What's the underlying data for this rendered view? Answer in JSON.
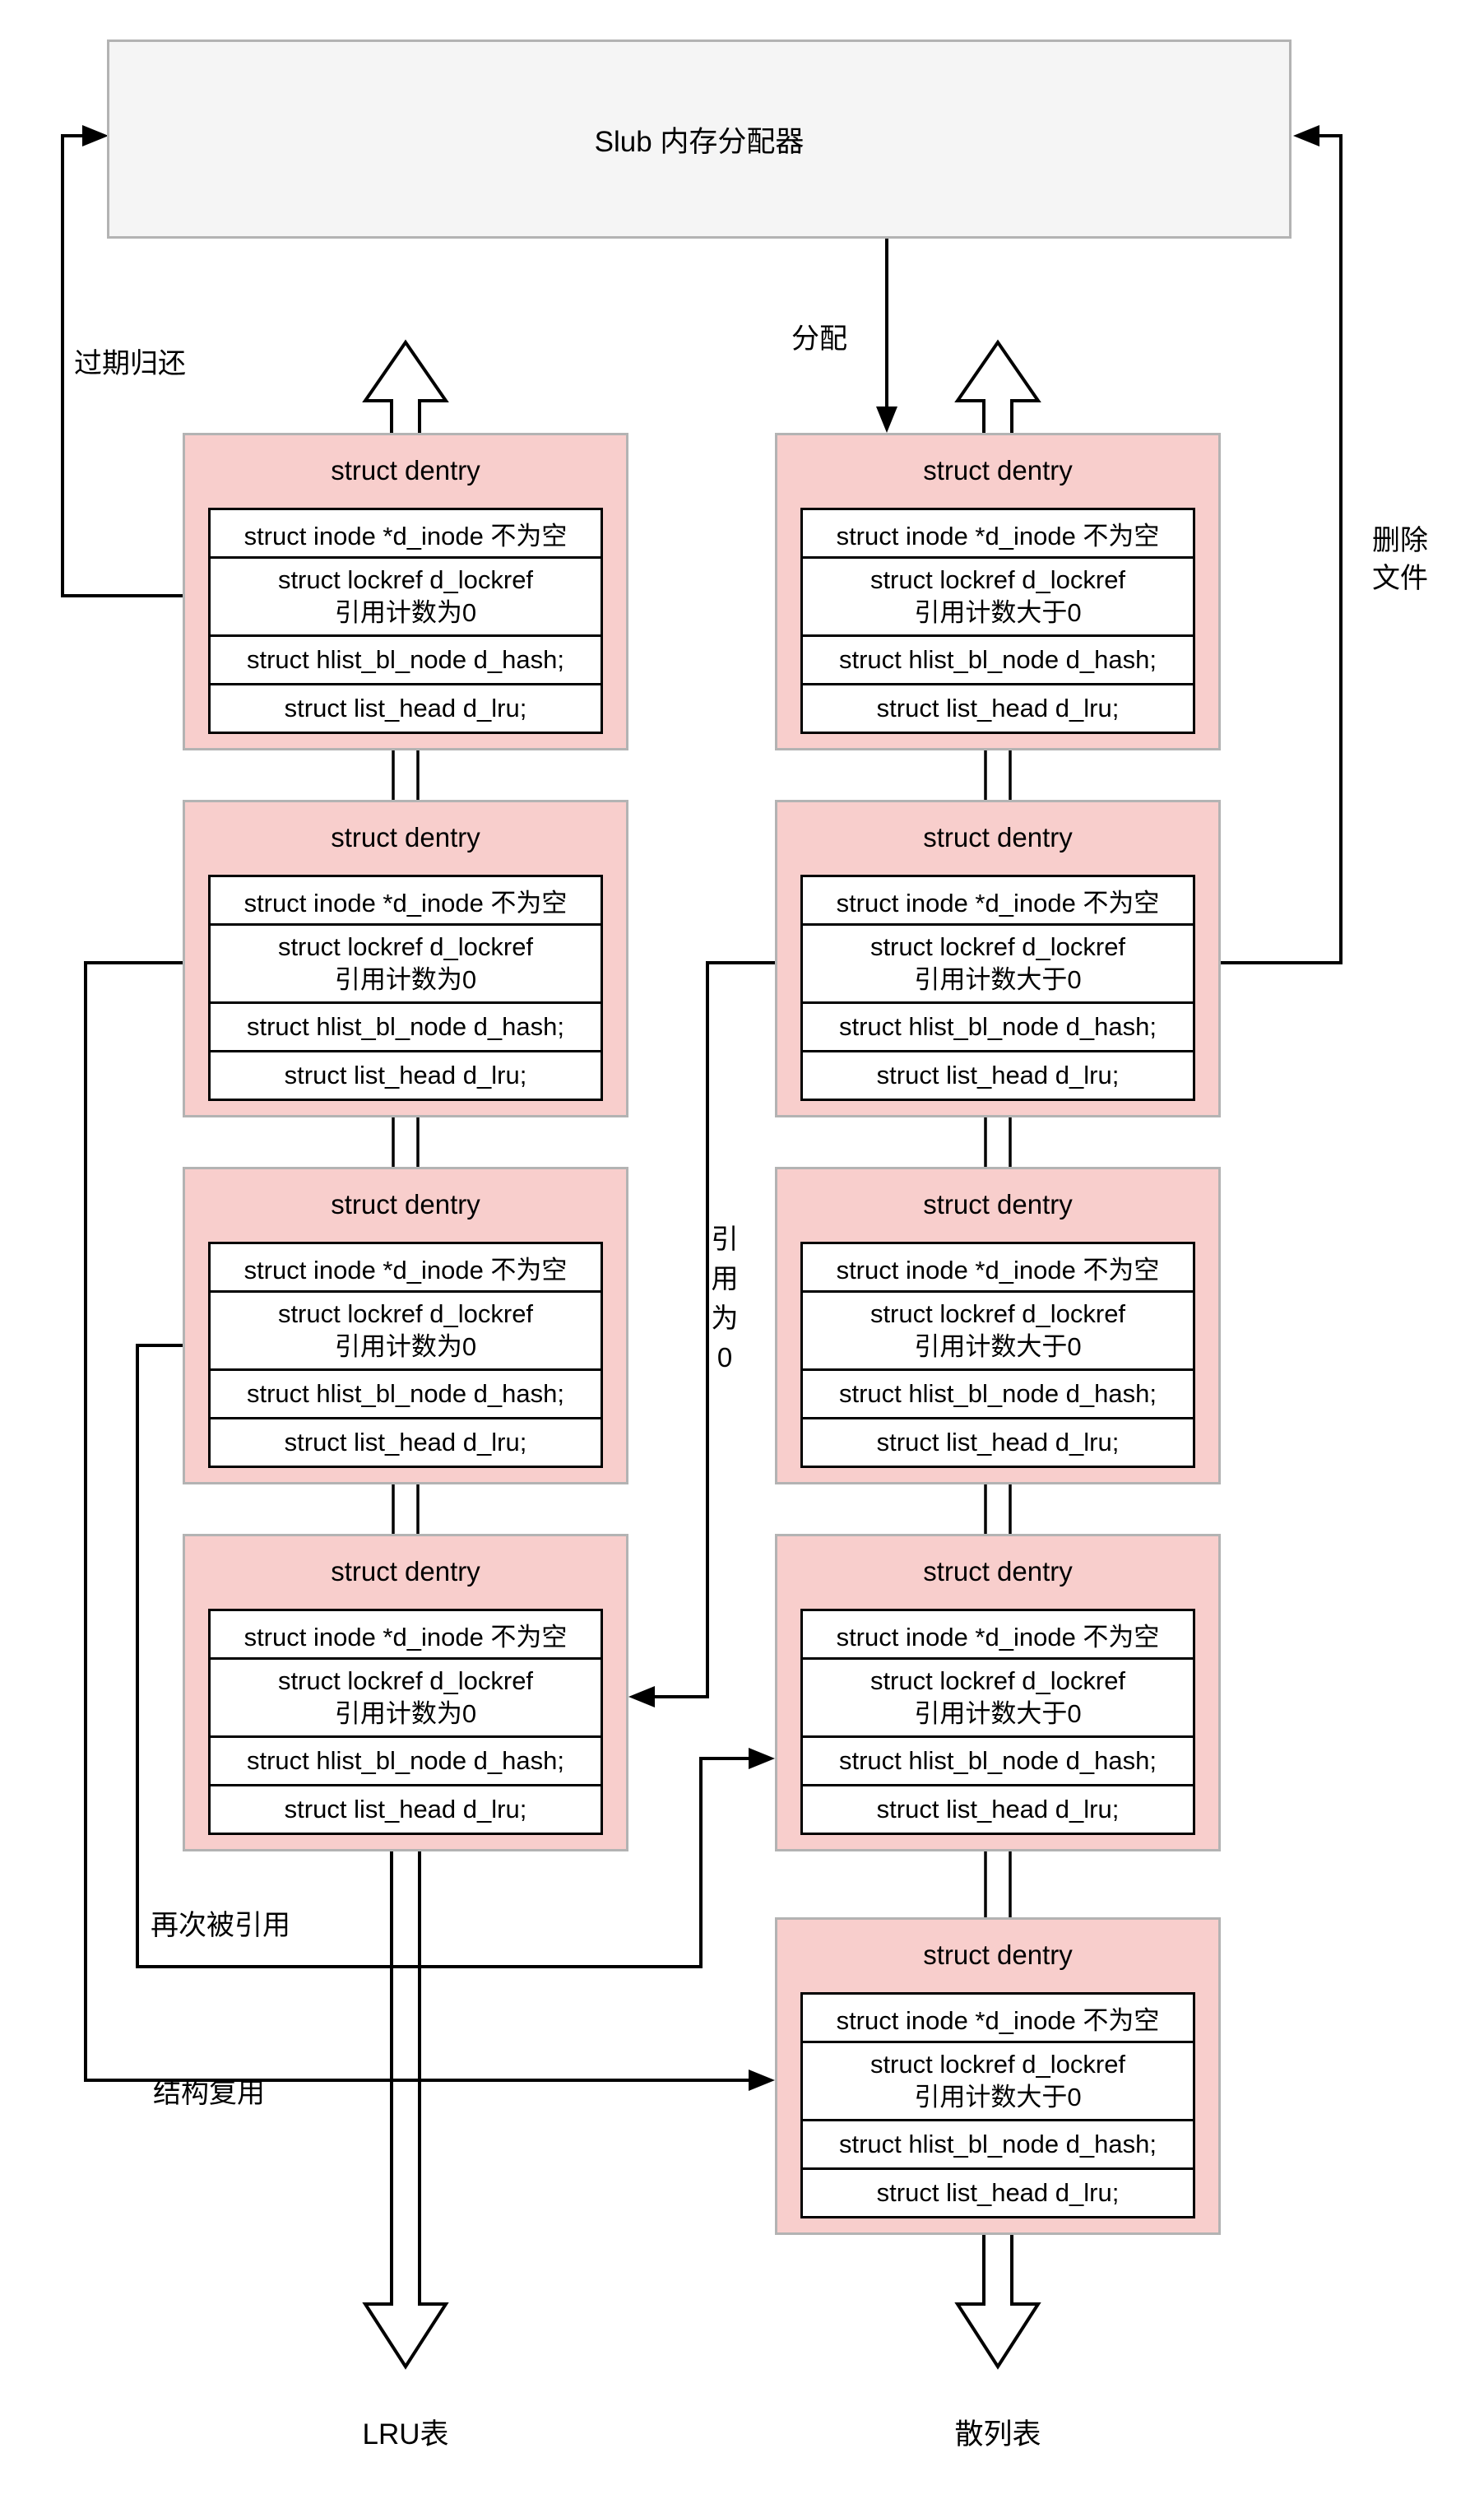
{
  "allocator": {
    "label": "Slub 内存分配器"
  },
  "dentry": {
    "title": "struct dentry",
    "rows": {
      "inode": "struct inode *d_inode 不为空",
      "lockref": "struct lockref d_lockref",
      "hash": "struct hlist_bl_node d_hash;",
      "lru": "struct list_head d_lru;"
    },
    "refcount_zero": "引用计数为0",
    "refcount_positive": "引用计数大于0"
  },
  "columns": {
    "lru": {
      "label": "LRU表",
      "box_count": 4,
      "refcount": "refcount_zero"
    },
    "hash": {
      "label": "散列表",
      "box_count": 5,
      "refcount": "refcount_positive"
    }
  },
  "edges": {
    "expire_return": "过期归还",
    "allocate": "分配",
    "delete_file": [
      "删除",
      "文件"
    ],
    "ref_zero": [
      "引",
      "用",
      "为",
      "0"
    ],
    "referenced_again": "再次被引用",
    "struct_reuse": "结构复用"
  },
  "colors": {
    "dentry_fill": "#f8cecc",
    "dentry_border": "#b3b3b3",
    "allocator_fill": "#f5f5f5",
    "allocator_border": "#b3b3b3",
    "line": "#000000"
  }
}
